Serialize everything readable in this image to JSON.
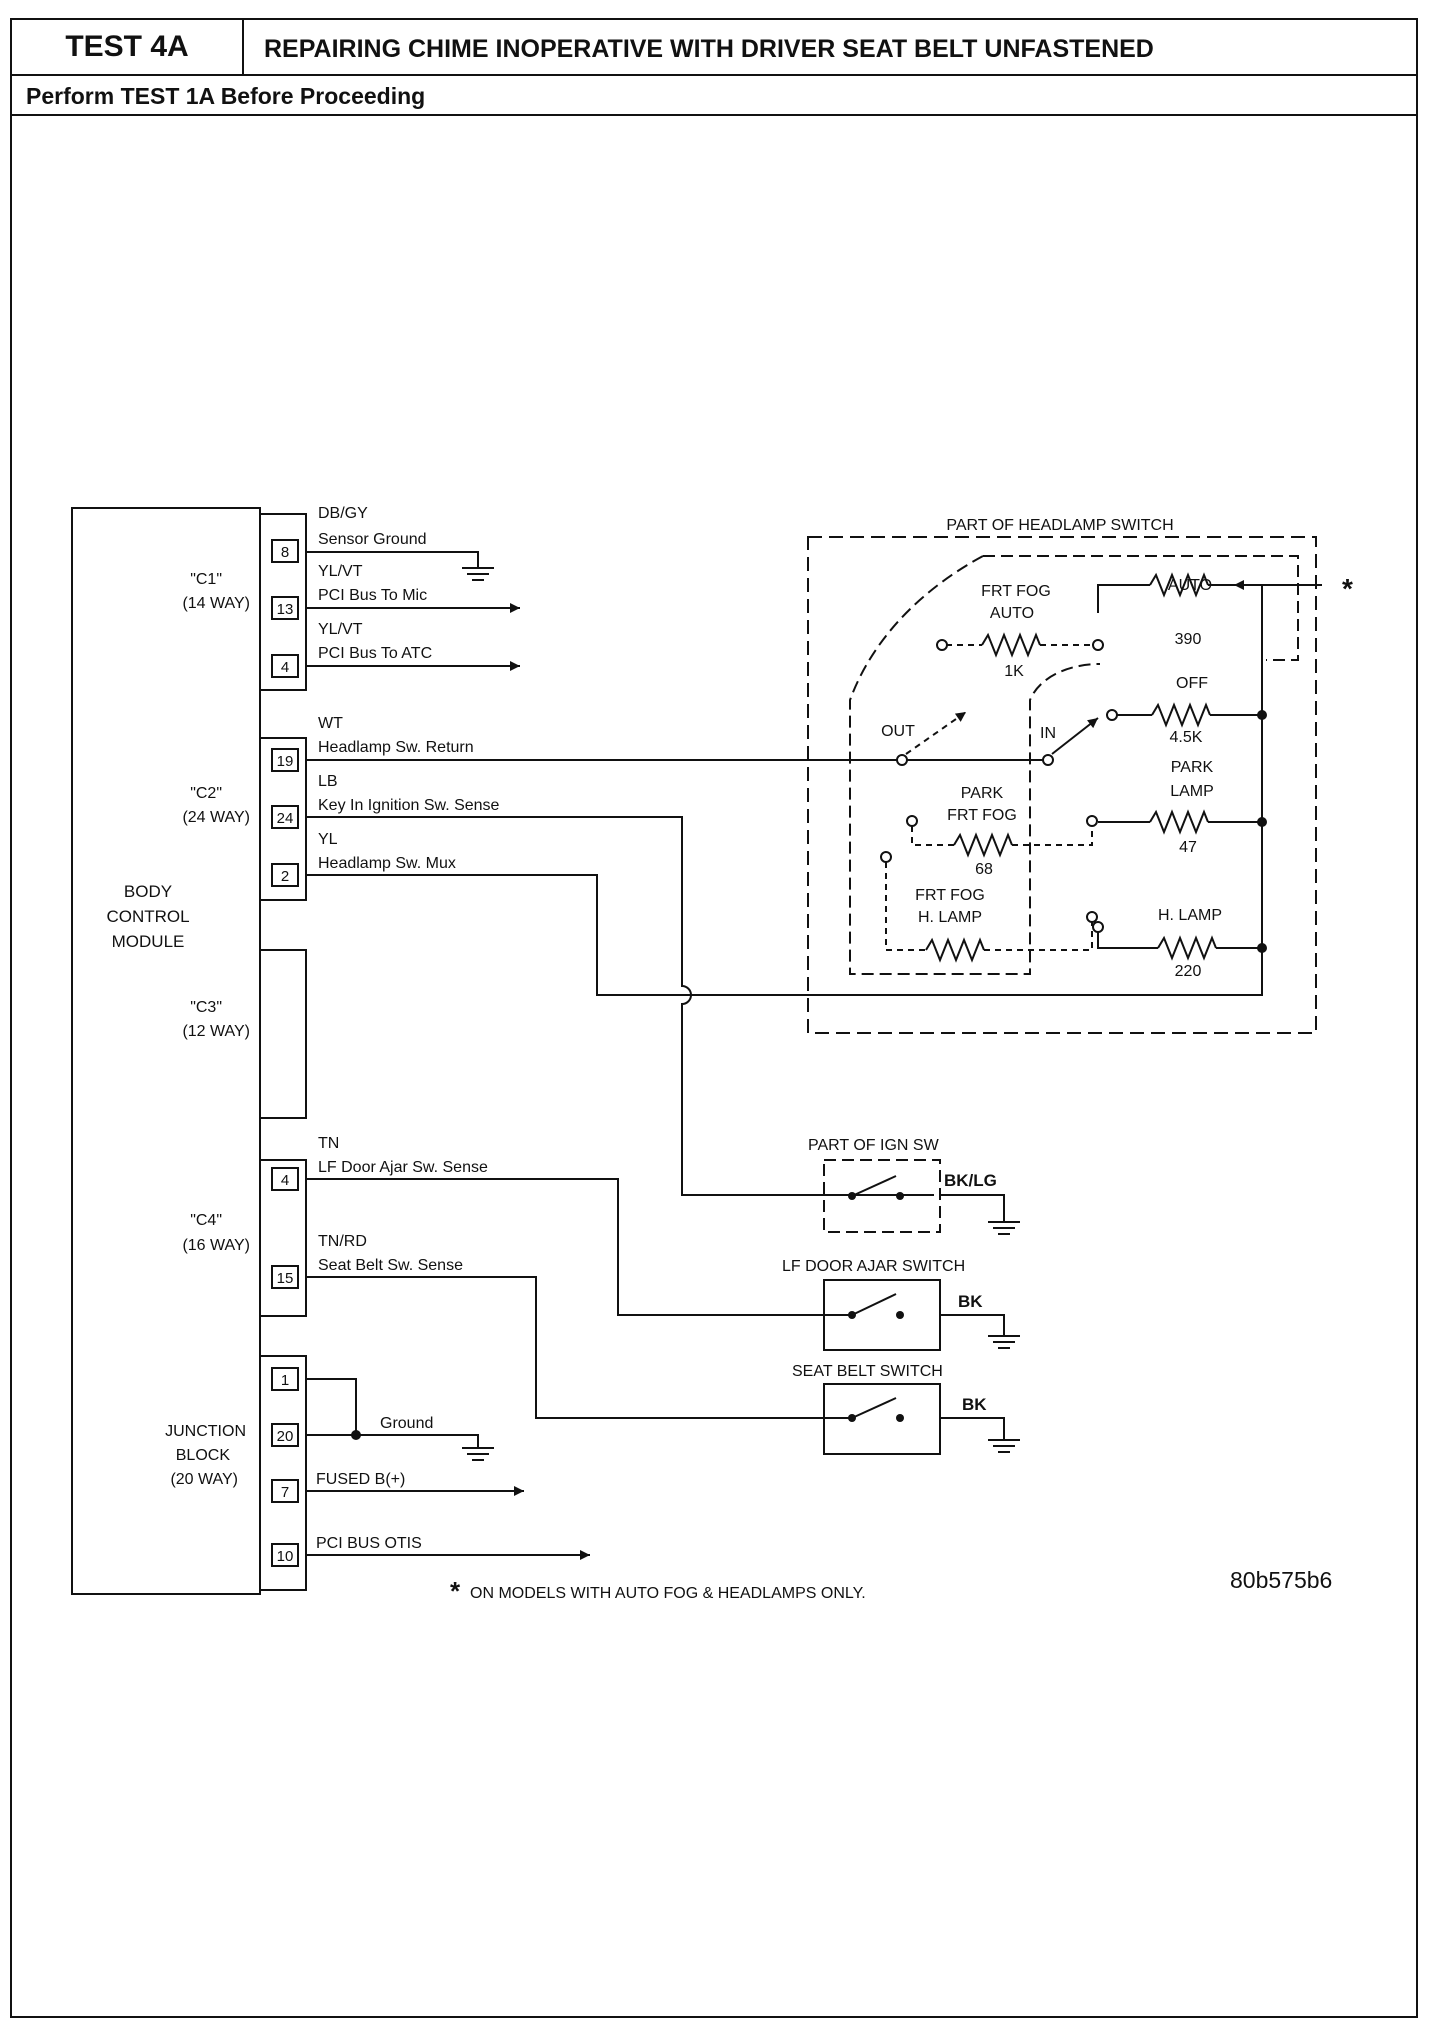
{
  "header": {
    "test_id": "TEST 4A",
    "title": "REPAIRING CHIME INOPERATIVE WITH DRIVER SEAT BELT UNFASTENED",
    "prerequisite": "Perform TEST 1A Before Proceeding"
  },
  "diagram": {
    "module": {
      "label": [
        "BODY",
        "CONTROL",
        "MODULE"
      ]
    },
    "connectors": [
      {
        "name": "\"C1\"",
        "ways": "(14 WAY)"
      },
      {
        "name": "\"C2\"",
        "ways": "(24 WAY)"
      },
      {
        "name": "\"C3\"",
        "ways": "(12 WAY)"
      },
      {
        "name": "\"C4\"",
        "ways": "(16 WAY)"
      },
      {
        "name": "JUNCTION",
        "name2": "BLOCK",
        "ways": "(20 WAY)"
      }
    ],
    "pins": [
      {
        "num": "8",
        "color": "DB/GY",
        "circuit": "Sensor Ground"
      },
      {
        "num": "13",
        "color": "YL/VT",
        "circuit": "PCI Bus To Mic"
      },
      {
        "num": "4",
        "color": "YL/VT",
        "circuit": "PCI Bus To ATC"
      },
      {
        "num": "19",
        "color": "WT",
        "circuit": "Headlamp Sw. Return"
      },
      {
        "num": "24",
        "color": "LB",
        "circuit": "Key In Ignition Sw. Sense"
      },
      {
        "num": "2",
        "color": "YL",
        "circuit": "Headlamp Sw. Mux"
      },
      {
        "num": "4",
        "color": "TN",
        "circuit": "LF Door Ajar Sw. Sense"
      },
      {
        "num": "15",
        "color": "TN/RD",
        "circuit": "Seat Belt Sw. Sense"
      },
      {
        "num": "1",
        "color": "",
        "circuit": ""
      },
      {
        "num": "20",
        "color": "",
        "circuit": "Ground"
      },
      {
        "num": "7",
        "color": "",
        "circuit": "FUSED B(+)"
      },
      {
        "num": "10",
        "color": "",
        "circuit": "PCI BUS OTIS"
      }
    ],
    "headlamp_switch": {
      "title": "PART OF HEADLAMP SWITCH",
      "auto": "AUTO",
      "asterisk": "*",
      "frt_fog_auto": [
        "FRT FOG",
        "AUTO",
        "1K"
      ],
      "r_auto": "390",
      "off": "OFF",
      "r_off": "4.5K",
      "out": "OUT",
      "in": "IN",
      "park_lamp": [
        "PARK",
        "LAMP"
      ],
      "r_park": "47",
      "park_frt_fog": [
        "PARK",
        "FRT FOG"
      ],
      "r_park_fog": "68",
      "frt_fog_h_lamp": [
        "FRT FOG",
        "H. LAMP"
      ],
      "h_lamp": "H. LAMP",
      "r_h_lamp": "220"
    },
    "ign_switch": {
      "title": "PART OF IGN SW",
      "wire": "BK/LG"
    },
    "door_switch": {
      "title": "LF DOOR AJAR SWITCH",
      "wire": "BK"
    },
    "belt_switch": {
      "title": "SEAT BELT SWITCH",
      "wire": "BK"
    },
    "footnote_star": "*",
    "footnote": "ON MODELS WITH AUTO FOG & HEADLAMPS ONLY.",
    "figure_id": "80b575b6"
  }
}
